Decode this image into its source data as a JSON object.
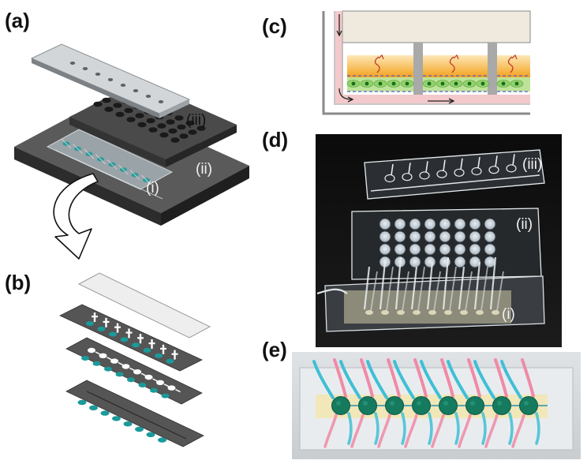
{
  "panels": {
    "a": {
      "label": "(a)",
      "parts": [
        "(iii)",
        "(ii)",
        "(i)"
      ]
    },
    "b": {
      "label": "(b)"
    },
    "c": {
      "label": "(c)"
    },
    "d": {
      "label": "(d)",
      "parts": [
        "(iii)",
        "(ii)",
        "(i)"
      ]
    },
    "e": {
      "label": "(e)"
    }
  },
  "colors": {
    "teal": "#1a9a9a",
    "plate_dark": "#3d3d3d",
    "orange": "#f3a21c",
    "cell_green": "#2e8b2e",
    "pink_channel": "#f4c9cc",
    "cyan_tube": "#3fbfd6",
    "pink_tube": "#f08aa6"
  }
}
